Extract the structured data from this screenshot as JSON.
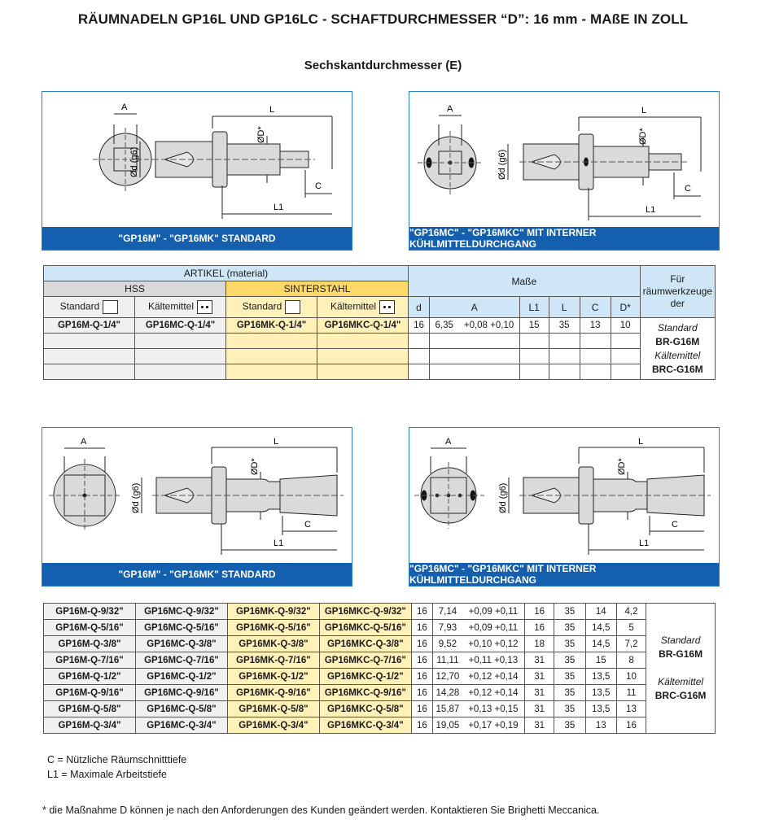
{
  "title": "RÄUMNADELN GP16L UND GP16LC - SCHAFTDURCHMESSER “D”: 16 mm - MAßE IN ZOLL",
  "subtitle": "Sechskantdurchmesser (E)",
  "panels": [
    {
      "caption": "\"GP16M\" - \"GP16MK\" STANDARD",
      "labels": {
        "a": "A",
        "l": "L",
        "d_star": "ØD*",
        "d_g6": "Ød (g6)",
        "c": "C",
        "l1": "L1"
      }
    },
    {
      "caption": "\"GP16MC\" - \"GP16MKC\" MIT INTERNER KÜHLMITTELDURCHGANG",
      "labels": {
        "a": "A",
        "l": "L",
        "d_star": "ØD*",
        "d_g6": "Ød (g6)",
        "c": "C",
        "l1": "L1"
      }
    },
    {
      "caption": "\"GP16M\" - \"GP16MK\" STANDARD",
      "labels": {
        "a": "A",
        "l": "L",
        "d_star": "ØD*",
        "d_g6": "Ød (g6)",
        "c": "C",
        "l1": "L1"
      }
    },
    {
      "caption": "\"GP16MC\" - \"GP16MKC\" MIT INTERNER KÜHLMITTELDURCHGANG",
      "labels": {
        "a": "A",
        "l": "L",
        "d_star": "ØD*",
        "d_g6": "Ød (g6)",
        "c": "C",
        "l1": "L1"
      }
    }
  ],
  "table_header": {
    "artikel": "ARTIKEL (material)",
    "hss": "HSS",
    "sinter": "SINTERSTAHL",
    "standard": "Standard",
    "kaelte": "Kältemittel",
    "masse": "Maße",
    "fuer": "Für",
    "fuer2": "räumwerkzeuge",
    "fuer3": "der",
    "cols": [
      "d",
      "A",
      "L1",
      "L",
      "C",
      "D*"
    ]
  },
  "table1": {
    "rows": [
      {
        "m": "GP16M-Q-1/4\"",
        "mc": "GP16MC-Q-1/4\"",
        "mk": "GP16MK-Q-1/4\"",
        "mkc": "GP16MKC-Q-1/4\"",
        "d": "16",
        "a": "6,35",
        "tol": "+0,08 +0,10",
        "l1": "15",
        "l": "35",
        "c": "13",
        "dstar": "10"
      }
    ],
    "side": {
      "std": "Standard",
      "std_code": "BR-G16M",
      "kalt": "Kältemittel",
      "kalt_code": "BRC-G16M"
    }
  },
  "table2": {
    "rows": [
      {
        "m": "GP16M-Q-9/32\"",
        "mc": "GP16MC-Q-9/32\"",
        "mk": "GP16MK-Q-9/32\"",
        "mkc": "GP16MKC-Q-9/32\"",
        "d": "16",
        "a": "7,14",
        "tol": "+0,09 +0,11",
        "l1": "16",
        "l": "35",
        "c": "14",
        "dstar": "4,2"
      },
      {
        "m": "GP16M-Q-5/16\"",
        "mc": "GP16MC-Q-5/16\"",
        "mk": "GP16MK-Q-5/16\"",
        "mkc": "GP16MKC-Q-5/16\"",
        "d": "16",
        "a": "7,93",
        "tol": "+0,09 +0,11",
        "l1": "16",
        "l": "35",
        "c": "14,5",
        "dstar": "5"
      },
      {
        "m": "GP16M-Q-3/8\"",
        "mc": "GP16MC-Q-3/8\"",
        "mk": "GP16MK-Q-3/8\"",
        "mkc": "GP16MKC-Q-3/8\"",
        "d": "16",
        "a": "9,52",
        "tol": "+0,10 +0,12",
        "l1": "18",
        "l": "35",
        "c": "14,5",
        "dstar": "7,2"
      },
      {
        "m": "GP16M-Q-7/16\"",
        "mc": "GP16MC-Q-7/16\"",
        "mk": "GP16MK-Q-7/16\"",
        "mkc": "GP16MKC-Q-7/16\"",
        "d": "16",
        "a": "11,11",
        "tol": "+0,11 +0,13",
        "l1": "31",
        "l": "35",
        "c": "15",
        "dstar": "8"
      },
      {
        "m": "GP16M-Q-1/2\"",
        "mc": "GP16MC-Q-1/2\"",
        "mk": "GP16MK-Q-1/2\"",
        "mkc": "GP16MKC-Q-1/2\"",
        "d": "16",
        "a": "12,70",
        "tol": "+0,12 +0,14",
        "l1": "31",
        "l": "35",
        "c": "13,5",
        "dstar": "10"
      },
      {
        "m": "GP16M-Q-9/16\"",
        "mc": "GP16MC-Q-9/16\"",
        "mk": "GP16MK-Q-9/16\"",
        "mkc": "GP16MKC-Q-9/16\"",
        "d": "16",
        "a": "14,28",
        "tol": "+0,12 +0,14",
        "l1": "31",
        "l": "35",
        "c": "13,5",
        "dstar": "11"
      },
      {
        "m": "GP16M-Q-5/8\"",
        "mc": "GP16MC-Q-5/8\"",
        "mk": "GP16MK-Q-5/8\"",
        "mkc": "GP16MKC-Q-5/8\"",
        "d": "16",
        "a": "15,87",
        "tol": "+0,13 +0,15",
        "l1": "31",
        "l": "35",
        "c": "13,5",
        "dstar": "13"
      },
      {
        "m": "GP16M-Q-3/4\"",
        "mc": "GP16MC-Q-3/4\"",
        "mk": "GP16MK-Q-3/4\"",
        "mkc": "GP16MKC-Q-3/4\"",
        "d": "16",
        "a": "19,05",
        "tol": "+0,17 +0,19",
        "l1": "31",
        "l": "35",
        "c": "13",
        "dstar": "16"
      }
    ],
    "side": {
      "std": "Standard",
      "std_code": "BR-G16M",
      "kalt": "Kältemittel",
      "kalt_code": "BRC-G16M"
    }
  },
  "legend": {
    "c": "C = Nützliche Räumschnitttiefe",
    "l1": "L1 = Maximale Arbeitstiefe"
  },
  "footnote": "* die Maßnahme D können je nach den Anforderungen des Kunden geändert werden. Kontaktieren Sie Brighetti Meccanica."
}
